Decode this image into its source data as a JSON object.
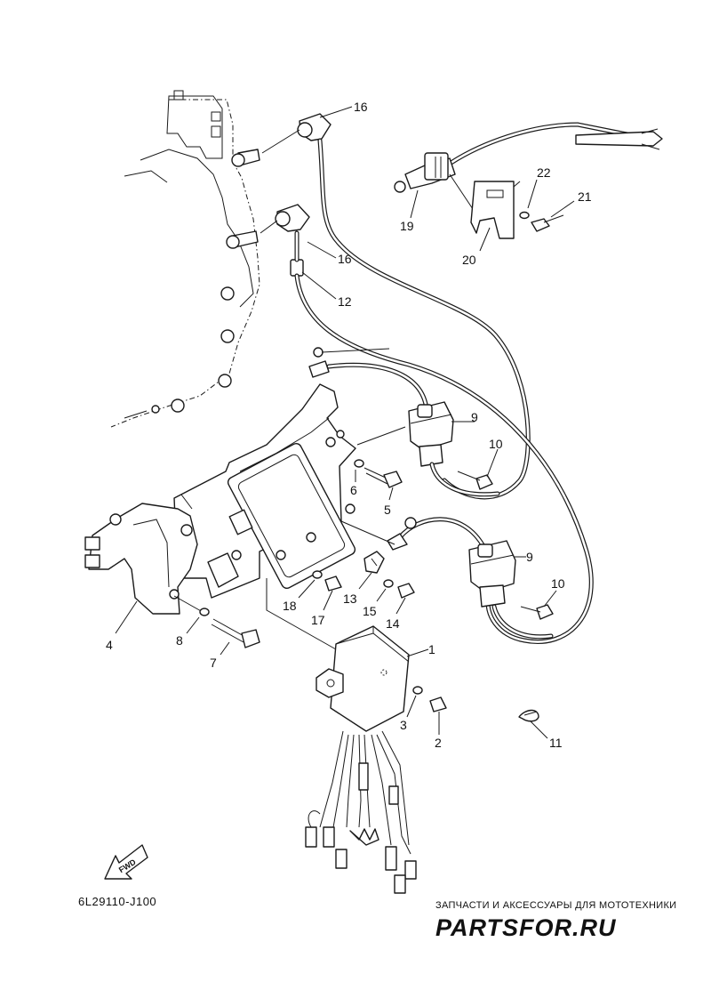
{
  "diagram": {
    "code": "6L29110-J100",
    "fwd_label": "FWD",
    "callouts": {
      "c1": "1",
      "c2": "2",
      "c3": "3",
      "c4": "4",
      "c5": "5",
      "c6": "6",
      "c7": "7",
      "c8": "8",
      "c9a": "9",
      "c9b": "9",
      "c10a": "10",
      "c10b": "10",
      "c11": "11",
      "c12": "12",
      "c13": "13",
      "c14": "14",
      "c15": "15",
      "c16a": "16",
      "c16b": "16",
      "c17": "17",
      "c18": "18",
      "c19": "19",
      "c20": "20",
      "c21": "21",
      "c22": "22"
    }
  },
  "watermark": {
    "caption": "ЗАПЧАСТИ И АКСЕССУАРЫ ДЛЯ МОТОТЕХНИКИ",
    "logo": "PARTSFOR.RU",
    "color": "#e37a7a"
  }
}
